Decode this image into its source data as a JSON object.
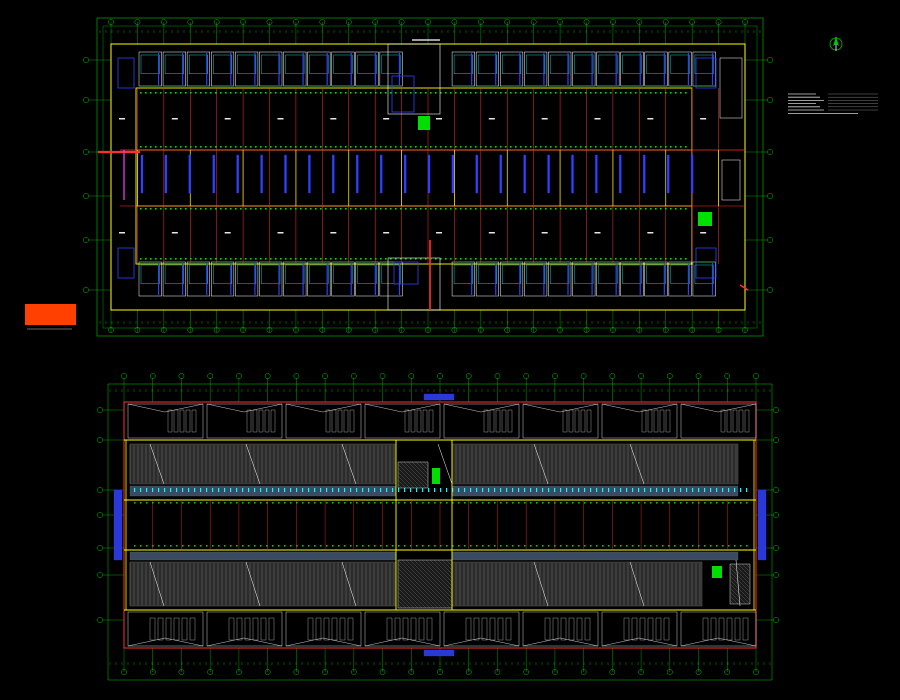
{
  "drawing": {
    "background": "#000000",
    "colors": {
      "grid": "#00c800",
      "wall": "#ffff00",
      "axis": "#ff3030",
      "room": "#ffffff",
      "blue": "#3040ff",
      "cyan": "#00ffff",
      "orange": "#ff4000",
      "green_fill": "#00e000",
      "gray_fill": "#555555",
      "hatch": "#8a8a8a",
      "magenta": "#ff40ff"
    },
    "icons": {
      "north_arrow": "north-arrow-icon",
      "legend_block": "orange-legend-block"
    }
  },
  "plans": [
    {
      "name": "upper-floor-plan",
      "bays": 24,
      "room_modules": 24
    },
    {
      "name": "lower-floor-plan",
      "bays": 22,
      "room_modules": 8
    }
  ]
}
